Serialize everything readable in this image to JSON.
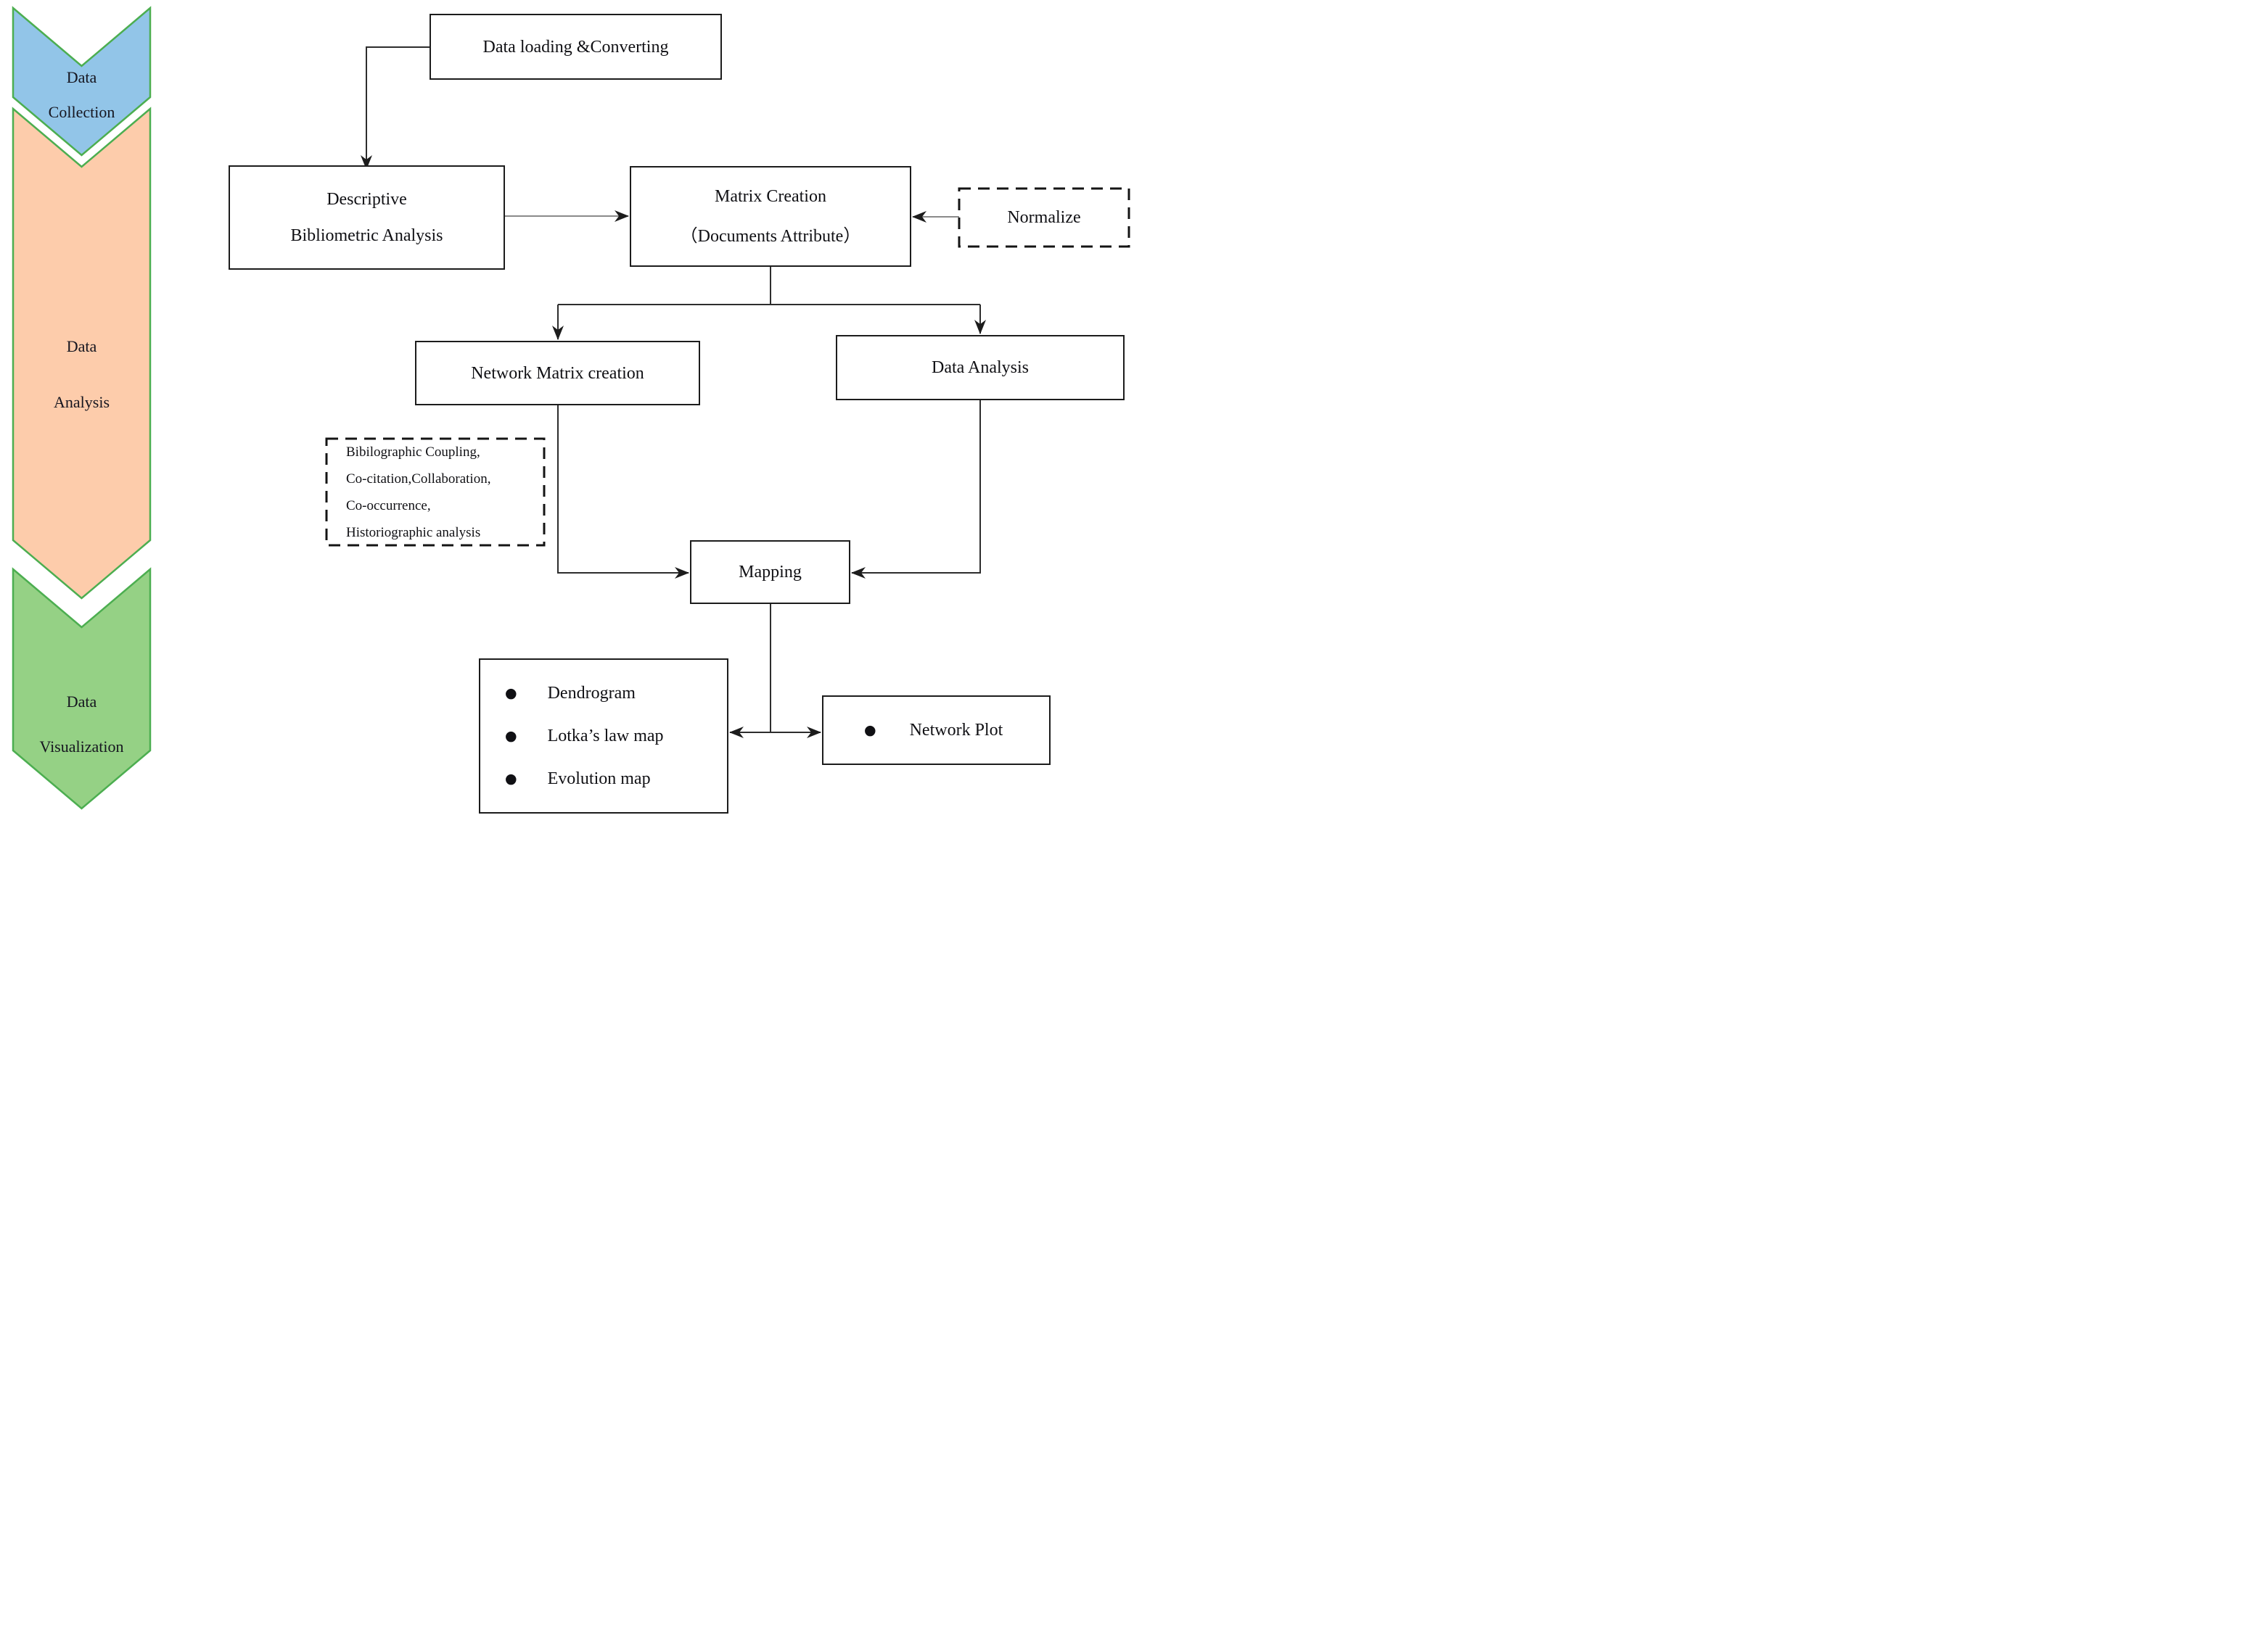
{
  "figure": {
    "stages": [
      {
        "label_lines": [
          "Data",
          "Collection"
        ],
        "fill": "#92c5e8"
      },
      {
        "label_lines": [
          "Data",
          "Analysis"
        ],
        "fill": "#fdccab"
      },
      {
        "label_lines": [
          "Data",
          "Visualization"
        ],
        "fill": "#95d185"
      }
    ],
    "stage_border_color": "#4cae50",
    "nodes": {
      "data_loading": {
        "label": "Data loading &Converting"
      },
      "descriptive": {
        "line1": "Descriptive",
        "line2": "Bibliometric Analysis"
      },
      "matrix_creation": {
        "line1": "Matrix Creation",
        "line2": "（Documents Attribute）"
      },
      "normalize": {
        "label": "Normalize"
      },
      "network_matrix": {
        "label": "Network Matrix creation"
      },
      "data_analysis": {
        "label": "Data Analysis"
      },
      "methods_note": {
        "lines": [
          "Bibilographic Coupling,",
          "Co-citation,Collaboration,",
          "Co-occurrence,",
          "Historiographic analysis"
        ]
      },
      "mapping": {
        "label": "Mapping"
      },
      "map_outputs": {
        "items": [
          "Dendrogram",
          "Lotka’s law map",
          "Evolution map"
        ]
      },
      "network_plot": {
        "items": [
          "Network Plot"
        ]
      }
    },
    "glyphs": {
      "bullet": "●"
    },
    "line_colors": {
      "connector": "#2d2d2d",
      "connector_gray": "#8a8a8a",
      "box_border": "#1c1c1c"
    }
  }
}
